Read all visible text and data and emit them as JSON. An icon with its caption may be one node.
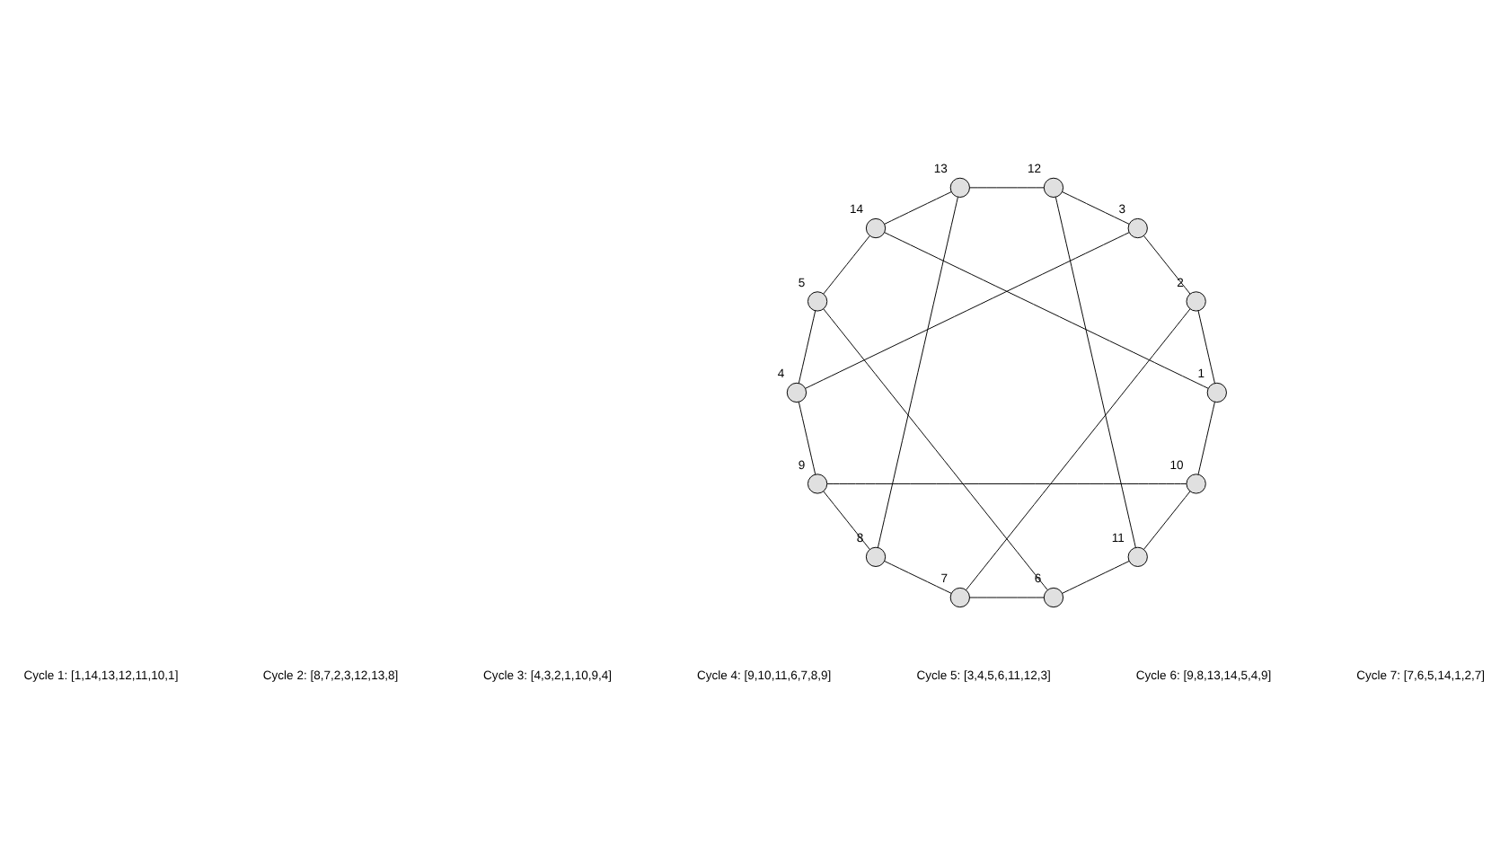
{
  "diagram": {
    "nodes": [
      {
        "text": [],
        "shape": "circle",
        "beside": [
          "1"
        ]
      },
      {
        "text": [],
        "shape": "circle",
        "beside": [
          "2"
        ]
      },
      {
        "text": [],
        "shape": "circle",
        "beside": [
          "3"
        ]
      },
      {
        "text": [],
        "shape": "circle",
        "beside": [
          "4"
        ]
      },
      {
        "text": [],
        "shape": "circle",
        "beside": [
          "5"
        ]
      },
      {
        "text": [],
        "shape": "circle",
        "beside": [
          "6"
        ]
      },
      {
        "text": [],
        "shape": "circle",
        "beside": [
          "7"
        ]
      },
      {
        "text": [],
        "shape": "circle",
        "beside": [
          "8"
        ]
      },
      {
        "text": [],
        "shape": "circle",
        "beside": [
          "9"
        ]
      },
      {
        "text": [],
        "shape": "circle",
        "beside": [
          "10"
        ]
      },
      {
        "text": [],
        "shape": "circle",
        "beside": [
          "11"
        ]
      },
      {
        "text": [],
        "shape": "circle",
        "beside": [
          "12"
        ]
      },
      {
        "text": [],
        "shape": "circle",
        "beside": [
          "13"
        ]
      },
      {
        "text": [],
        "shape": "circle",
        "beside": [
          "14"
        ]
      }
    ],
    "edges": [
      {
        "from": 0,
        "to": 1,
        "arrow": "none"
      },
      {
        "from": 1,
        "to": 2,
        "arrow": "none"
      },
      {
        "from": 2,
        "to": 3,
        "arrow": "none"
      },
      {
        "from": 3,
        "to": 4,
        "arrow": "none"
      },
      {
        "from": 4,
        "to": 5,
        "arrow": "none"
      },
      {
        "from": 5,
        "to": 6,
        "arrow": "none"
      },
      {
        "from": 6,
        "to": 7,
        "arrow": "none"
      },
      {
        "from": 7,
        "to": 8,
        "arrow": "none"
      },
      {
        "from": 8,
        "to": 9,
        "arrow": "none"
      },
      {
        "from": 9,
        "to": 10,
        "arrow": "none"
      },
      {
        "from": 10,
        "to": 11,
        "arrow": "none"
      },
      {
        "from": 11,
        "to": 12,
        "arrow": "none"
      },
      {
        "from": 12,
        "to": 13,
        "arrow": "none"
      },
      {
        "from": 13,
        "to": 0,
        "arrow": "none"
      },
      {
        "from": 0,
        "to": 9,
        "arrow": "none"
      },
      {
        "from": 1,
        "to": 6,
        "arrow": "none"
      },
      {
        "from": 2,
        "to": 11,
        "arrow": "none"
      },
      {
        "from": 13,
        "to": 4,
        "arrow": "none"
      },
      {
        "from": 12,
        "to": 7,
        "arrow": "none"
      },
      {
        "from": 3,
        "to": 8,
        "arrow": "none"
      },
      {
        "from": 10,
        "to": 5,
        "arrow": "none"
      }
    ],
    "labels": [
      "Cycle 1: [1,14,13,12,11,10,1]",
      "Cycle 2: [8,7,2,3,12,13,8]",
      "Cycle 3: [4,3,2,1,10,9,4]",
      "Cycle 4: [9,10,11,6,7,8,9]",
      "Cycle 5: [3,4,5,6,11,12,3]",
      "Cycle 6: [9,8,13,14,5,4,9]",
      "Cycle 7: [7,6,5,14,1,2,7]"
    ]
  }
}
